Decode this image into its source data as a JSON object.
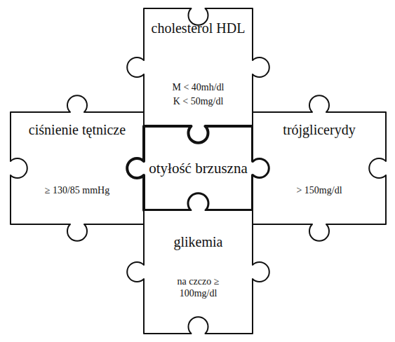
{
  "diagram": {
    "nodes": [
      {
        "text": [
          "cholesterol HDL",
          "M < 40mh/dl",
          "K < 50mg/dl"
        ]
      },
      {
        "text": [
          "ciśnienie tętnicze",
          "≥ 130/85 mmHg"
        ]
      },
      {
        "text": [
          "otyłość brzuszna"
        ]
      },
      {
        "text": [
          "trójglicerydy",
          "> 150mg/dl"
        ]
      },
      {
        "text": [
          "glikemia",
          "na czczo ≥ 100mg/dl"
        ]
      }
    ]
  }
}
